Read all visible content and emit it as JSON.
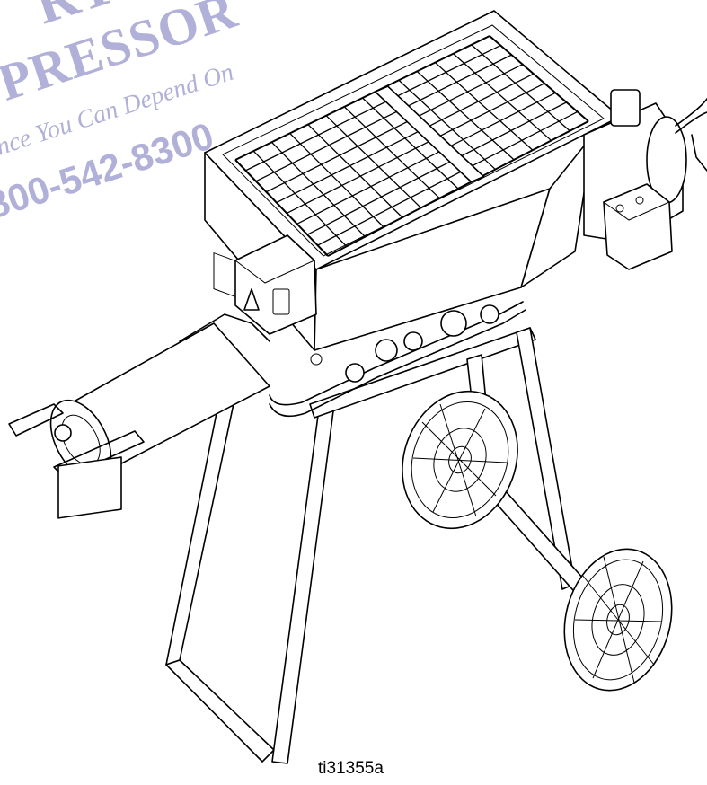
{
  "figure": {
    "label": "ti31355a"
  },
  "watermark": {
    "line1": "RTIAN",
    "line2": "PRESSOR",
    "line3": "nce You Can Depend On",
    "line4": "800-542-8300",
    "color": "#8f8fc8"
  }
}
